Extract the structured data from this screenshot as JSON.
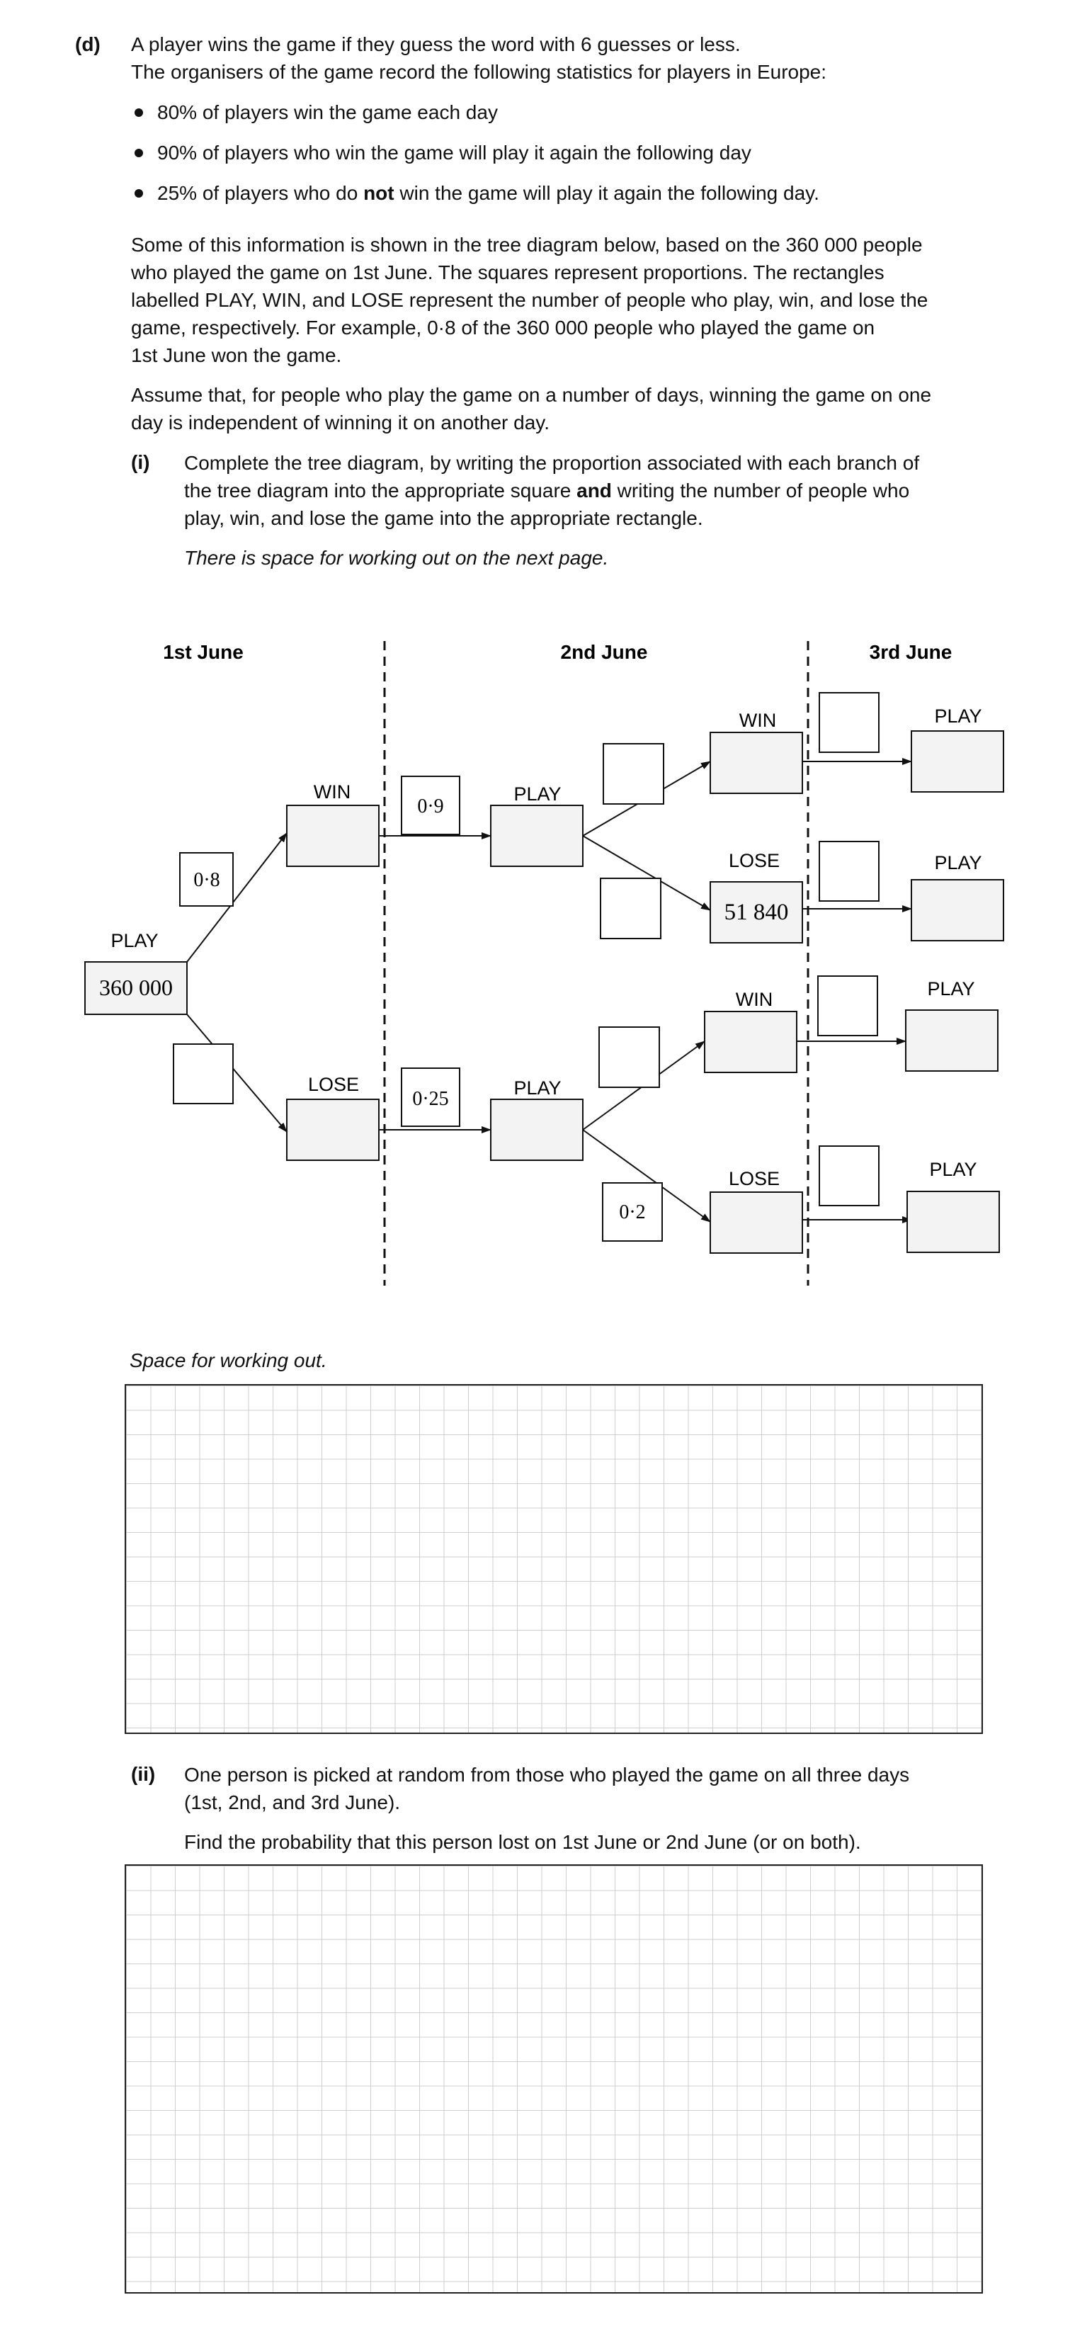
{
  "part_d": {
    "label": "(d)",
    "intro_line1": "A player wins the game if they guess the word with 6 guesses or less.",
    "intro_line2": "The organisers of the game record the following statistics for players in Europe:",
    "bullet1": "80%  of players win the game each day",
    "bullet2": "90% of players who win the game will play it again the following day",
    "bullet3_pre": "25% of players who do ",
    "bullet3_bold": "not",
    "bullet3_post": " win the game will play it again the following day.",
    "para1_line1": "Some of this information is shown in the tree diagram below, based on the 360 000 people",
    "para1_line2": "who played the game on 1st June.  The squares represent proportions.  The rectangles",
    "para1_line3": "labelled PLAY, WIN, and LOSE represent the number of people who play, win, and lose the",
    "para1_line4": "game, respectively.  For example, 0·8 of the 360 000 people who played the game on",
    "para1_line5": "1st June won the game.",
    "para2_line1": "Assume that, for people who play the game on a number of days, winning the game on one",
    "para2_line2": "day is independent of winning it on another day."
  },
  "part_i": {
    "label": "(i)",
    "line1": "Complete the tree diagram, by writing the proportion associated with each branch of",
    "line2_pre": "the tree diagram into the appropriate square ",
    "line2_bold": "and",
    "line2_post": " writing the number of people who",
    "line3": "play, win, and lose the game into the appropriate rectangle.",
    "note": "There is space for working out on the next page."
  },
  "tree": {
    "day1": "1st June",
    "day2": "2nd June",
    "day3": "3rd June",
    "play": "PLAY",
    "win": "WIN",
    "lose": "LOSE",
    "start_value": "360 000",
    "p_win_day1": "0·8",
    "p_play_after_win": "0·9",
    "p_play_after_lose": "0·25",
    "p_lose_day2_branch": "0·2",
    "lose_count_day2": "51 840"
  },
  "working": {
    "label": "Space for working out."
  },
  "part_ii": {
    "label": "(ii)",
    "line1": "One person is picked at random from those who played the game on all three days",
    "line2": "(1st, 2nd, and 3rd June).",
    "line3": "Find the probability that this person lost on 1st June or 2nd June (or on both)."
  }
}
